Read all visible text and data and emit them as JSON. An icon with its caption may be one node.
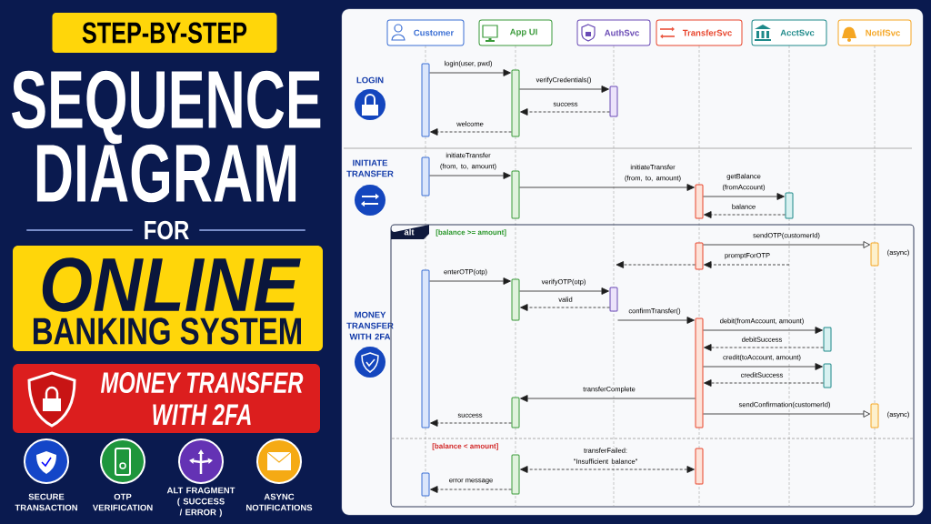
{
  "diagram": {
    "title": "SEQUENCE DIAGRAM",
    "nodes": [
      {
        "text": [
          "Customer"
        ]
      },
      {
        "text": [
          "App UI"
        ]
      },
      {
        "text": [
          "AuthSvc"
        ]
      },
      {
        "text": [
          "TransferSvc"
        ]
      },
      {
        "text": [
          "AcctSvc"
        ]
      },
      {
        "text": [
          "NotifSvc"
        ]
      },
      {
        "text": [],
        "shape": "bar"
      },
      {
        "text": [],
        "shape": "bar"
      },
      {
        "text": [],
        "shape": "bar"
      },
      {
        "text": [],
        "shape": "bar"
      },
      {
        "text": [],
        "shape": "bar"
      },
      {
        "text": [],
        "shape": "bar"
      },
      {
        "text": [],
        "shape": "bar"
      },
      {
        "text": [],
        "shape": "bar"
      },
      {
        "text": [],
        "shape": "bar"
      },
      {
        "text": [],
        "shape": "bar"
      },
      {
        "text": [],
        "shape": "bar"
      },
      {
        "text": [],
        "shape": "bar"
      },
      {
        "text": [],
        "shape": "bar"
      },
      {
        "text": [],
        "shape": "bar"
      },
      {
        "text": [],
        "shape": "bar"
      },
      {
        "text": [],
        "shape": "bar"
      },
      {
        "text": [],
        "shape": "bar"
      },
      {
        "text": [],
        "shape": "bar"
      },
      {
        "text": [],
        "shape": "bar"
      },
      {
        "text": [],
        "shape": "bar"
      }
    ],
    "edges": [
      {
        "from": 6,
        "to": 7,
        "arrow": "to",
        "label": "login(user, pwd)"
      },
      {
        "from": 7,
        "to": 8,
        "arrow": "to",
        "label": "verifyCredentials()"
      },
      {
        "from": 8,
        "to": 7,
        "arrow": "to",
        "label": "success",
        "style": "dashed"
      },
      {
        "from": 7,
        "to": 6,
        "arrow": "to",
        "label": "welcome",
        "style": "dashed"
      },
      {
        "from": 9,
        "to": 10,
        "arrow": "to",
        "label": "initiateTransfer (from, to, amount)"
      },
      {
        "from": 10,
        "to": 11,
        "arrow": "to",
        "label": "initiateTransfer (from, to, amount)"
      },
      {
        "from": 11,
        "to": 12,
        "arrow": "to",
        "label": "getBalance (fromAccount)"
      },
      {
        "from": 12,
        "to": 11,
        "arrow": "to",
        "label": "balance",
        "style": "dashed"
      },
      {
        "from": 13,
        "to": 14,
        "arrow": "to",
        "label": "sendOTP(customerId)"
      },
      {
        "from": null,
        "to": 13,
        "arrow": "to",
        "label": "promptForOTP",
        "style": "dashed"
      },
      {
        "from": 13,
        "to": null,
        "arrow": "to",
        "style": "dashed"
      },
      {
        "from": 15,
        "to": 16,
        "arrow": "to",
        "label": "enterOTP(otp)"
      },
      {
        "from": 16,
        "to": 17,
        "arrow": "to",
        "label": "verifyOTP(otp)"
      },
      {
        "from": 17,
        "to": 16,
        "arrow": "to",
        "label": "valid",
        "style": "dashed"
      },
      {
        "from": 17,
        "to": 18,
        "arrow": "to",
        "label": "confirmTransfer()"
      },
      {
        "from": 18,
        "to": 19,
        "arrow": "to",
        "label": "debit(fromAccount, amount)"
      },
      {
        "from": 19,
        "to": 18,
        "arrow": "to",
        "label": "debitSuccess",
        "style": "dashed"
      },
      {
        "from": 18,
        "to": 20,
        "arrow": "to",
        "label": "credit(toAccount, amount)"
      },
      {
        "from": 20,
        "to": 18,
        "arrow": "to",
        "label": "creditSuccess",
        "style": "dashed"
      },
      {
        "from": 18,
        "to": 22,
        "arrow": "to",
        "label": "transferComplete"
      },
      {
        "from": 18,
        "to": 21,
        "arrow": "to",
        "label": "sendConfirmation(customerId)"
      },
      {
        "from": 22,
        "to": 15,
        "arrow": "to",
        "label": "success",
        "style": "dashed"
      },
      {
        "from": 23,
        "to": 24,
        "arrow": "both",
        "label": "transferFailed: \"Insufficient balance\"",
        "style": "dashed"
      },
      {
        "from": 24,
        "to": 25,
        "arrow": "to",
        "label": "error message",
        "style": "dashed"
      }
    ],
    "labels": [
      "STEP-BY-STEP",
      "FOR",
      "ONLINE",
      "BANKING SYSTEM",
      "MONEY TRANSFER WITH 2FA",
      "SECURE TRANSACTION",
      "OTP VERIFICATION",
      "ALT FRAGMENT ( SUCCESS / ERROR )",
      "ASYNC NOTIFICATIONS",
      "LOGIN",
      "INITIATE TRANSFER",
      "MONEY TRANSFER WITH 2FA",
      "alt",
      "[balance >= amount]",
      "(async)",
      "(async)",
      "[balance < amount]"
    ]
  }
}
